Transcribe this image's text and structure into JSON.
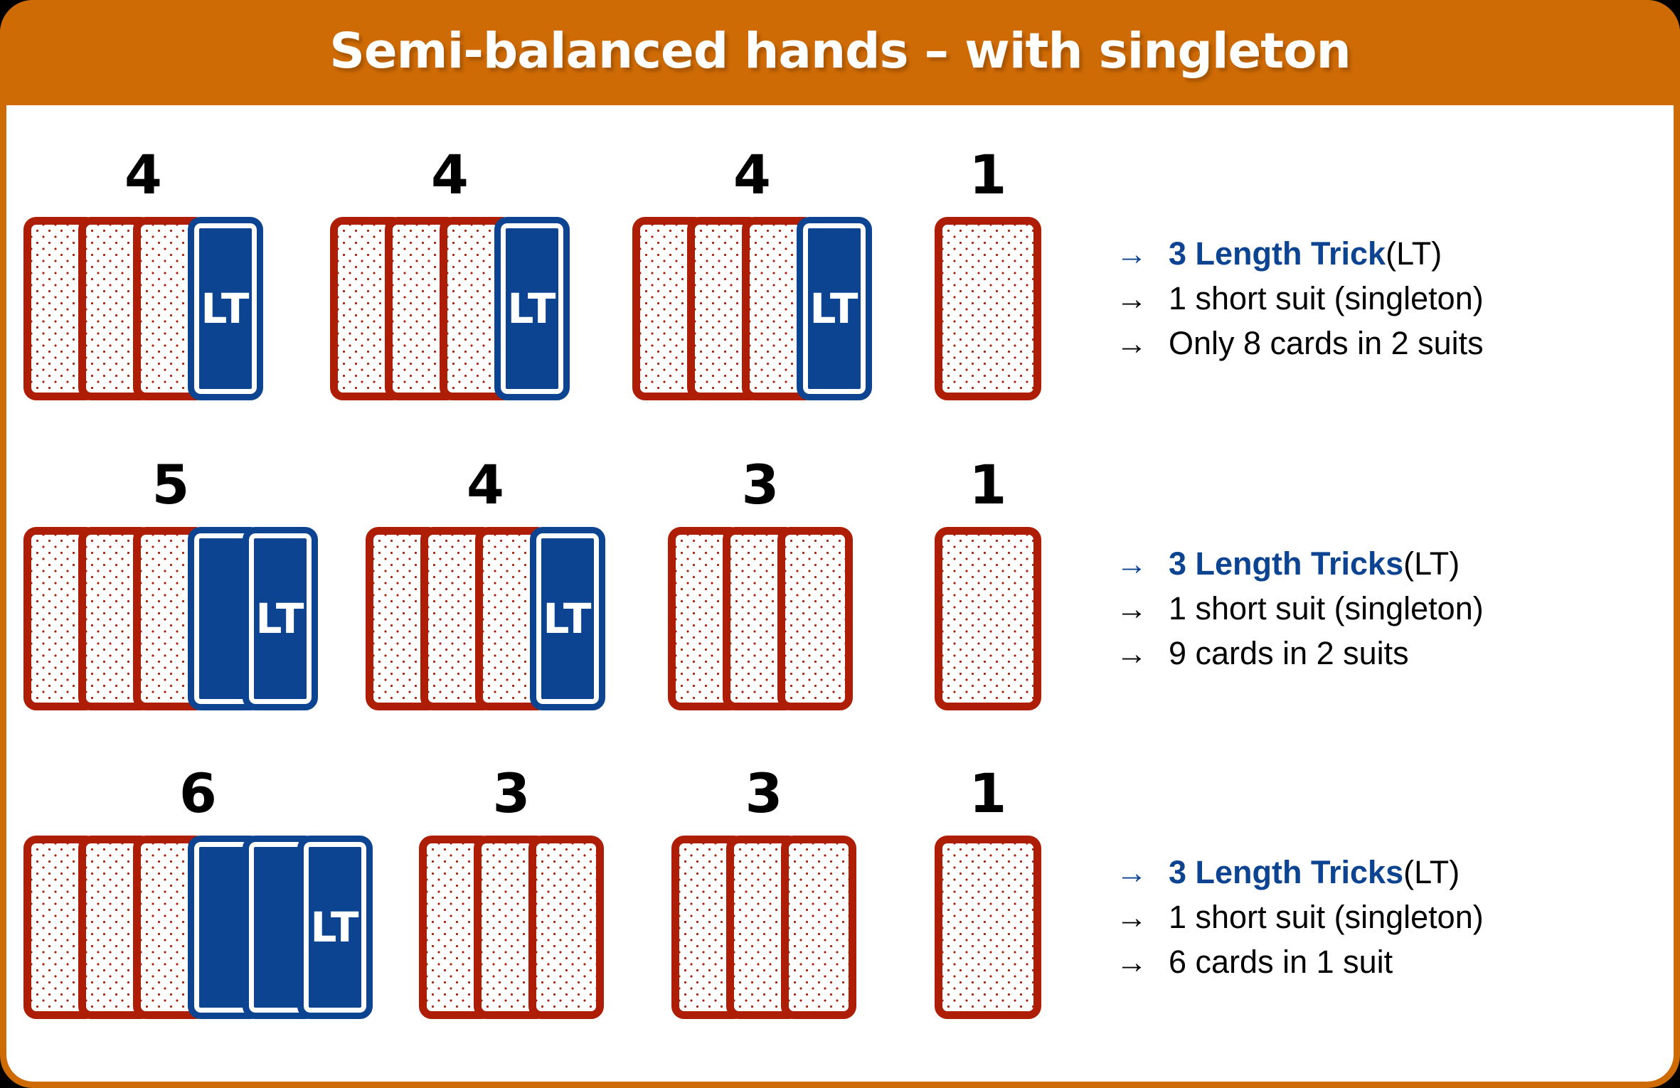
{
  "header": {
    "title": "Semi-balanced hands – with singleton"
  },
  "colors": {
    "frame_orange": "#cf6b04",
    "card_red": "#ae1d05",
    "card_blue": "#0c4491",
    "background": "#000000",
    "canvas": "#ffffff"
  },
  "lt_label": "LT",
  "arrow": "→",
  "rows": [
    {
      "name": "row-4-4-4-1",
      "groups": [
        {
          "count": "4",
          "cards": 4,
          "lt_cards": 1,
          "lt_label_on_last": true
        },
        {
          "count": "4",
          "cards": 4,
          "lt_cards": 1,
          "lt_label_on_last": true
        },
        {
          "count": "4",
          "cards": 4,
          "lt_cards": 1,
          "lt_label_on_last": true
        },
        {
          "count": "1",
          "cards": 1,
          "lt_cards": 0,
          "lt_label_on_last": false
        }
      ],
      "notes": [
        {
          "strong": "3 Length Trick",
          "rest": " (LT)"
        },
        {
          "strong": "",
          "rest": "1 short suit (singleton)"
        },
        {
          "strong": "",
          "rest": "Only 8 cards in 2 suits"
        }
      ]
    },
    {
      "name": "row-5-4-3-1",
      "groups": [
        {
          "count": "5",
          "cards": 5,
          "lt_cards": 2,
          "lt_label_on_last": true
        },
        {
          "count": "4",
          "cards": 4,
          "lt_cards": 1,
          "lt_label_on_last": true
        },
        {
          "count": "3",
          "cards": 3,
          "lt_cards": 0,
          "lt_label_on_last": false
        },
        {
          "count": "1",
          "cards": 1,
          "lt_cards": 0,
          "lt_label_on_last": false
        }
      ],
      "notes": [
        {
          "strong": "3 Length Tricks",
          "rest": " (LT)"
        },
        {
          "strong": "",
          "rest": "1 short suit (singleton)"
        },
        {
          "strong": "",
          "rest": "9 cards in 2 suits"
        }
      ]
    },
    {
      "name": "row-6-3-3-1",
      "groups": [
        {
          "count": "6",
          "cards": 6,
          "lt_cards": 3,
          "lt_label_on_last": true
        },
        {
          "count": "3",
          "cards": 3,
          "lt_cards": 0,
          "lt_label_on_last": false
        },
        {
          "count": "3",
          "cards": 3,
          "lt_cards": 0,
          "lt_label_on_last": false
        },
        {
          "count": "1",
          "cards": 1,
          "lt_cards": 0,
          "lt_label_on_last": false
        }
      ],
      "notes": [
        {
          "strong": "3 Length Tricks",
          "rest": " (LT)"
        },
        {
          "strong": "",
          "rest": "1 short suit (singleton)"
        },
        {
          "strong": "",
          "rest": "6 cards in 1 suit"
        }
      ]
    }
  ]
}
